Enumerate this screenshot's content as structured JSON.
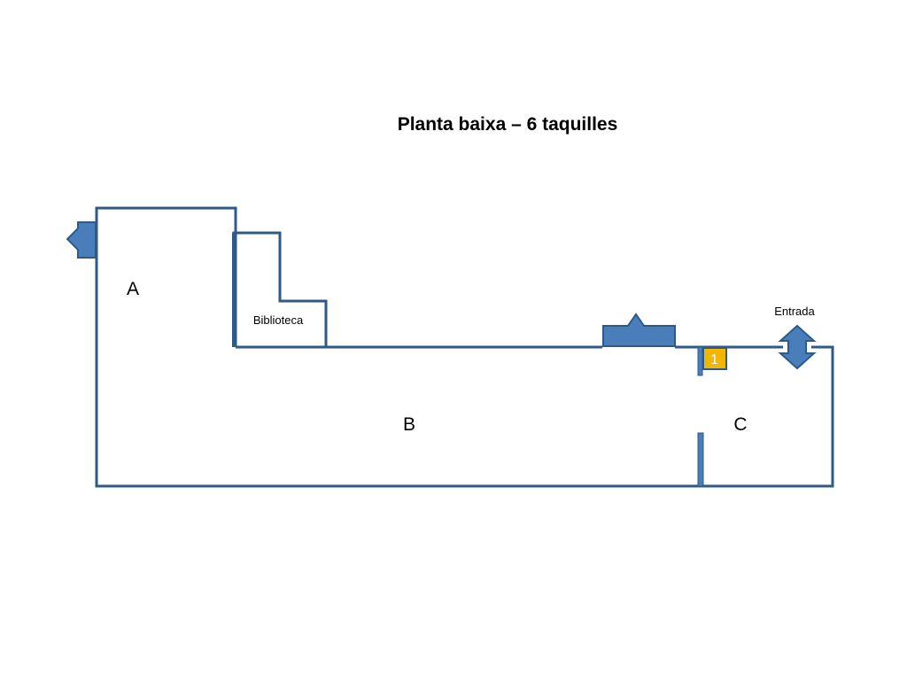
{
  "title": "Planta baixa – 6 taquilles",
  "rooms": {
    "a": "A",
    "b": "B",
    "c": "C",
    "library": "Biblioteca"
  },
  "entrance_label": "Entrada",
  "locker_badge": "1",
  "colors": {
    "wall": "#2E5A87",
    "fill": "#4A7EBB",
    "badge": "#F2B705",
    "badge_text": "#FFFFFF"
  }
}
